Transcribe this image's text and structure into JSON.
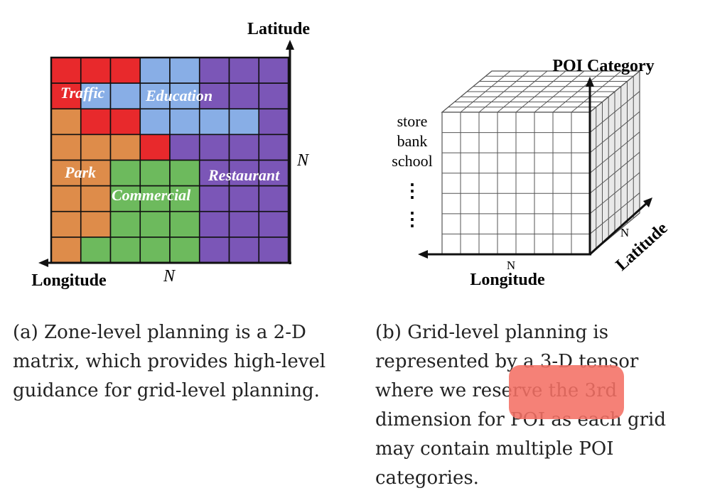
{
  "figure_a": {
    "axis_y_label": "Latitude",
    "axis_x_label": "Longitude",
    "size_label": "N",
    "zones": {
      "traffic": "Traffic",
      "education": "Education",
      "park": "Park",
      "commercial": "Commercial",
      "restaurant": "Restaurant"
    },
    "colors": {
      "traffic": "#e8292c",
      "education": "#88aee6",
      "park": "#de8c4a",
      "commercial": "#6dba5d",
      "restaurant": "#7b56b7"
    }
  },
  "figure_b": {
    "axis_vertical_label": "POI Category",
    "axis_depth_label": "Latitude",
    "axis_width_label": "Longitude",
    "size_label_width": "N",
    "size_label_depth": "N",
    "categories": [
      "store",
      "bank",
      "school"
    ],
    "ellipsis": "⋮"
  },
  "captions": {
    "a": "(a) Zone-level planning is a 2-D matrix, which provides high-level guidance for grid-level planning.",
    "b": "(b) Grid-level planning is represented by a 3-D tensor where we reserve the 3rd dimension for POI as each grid may contain multiple POI categories."
  }
}
